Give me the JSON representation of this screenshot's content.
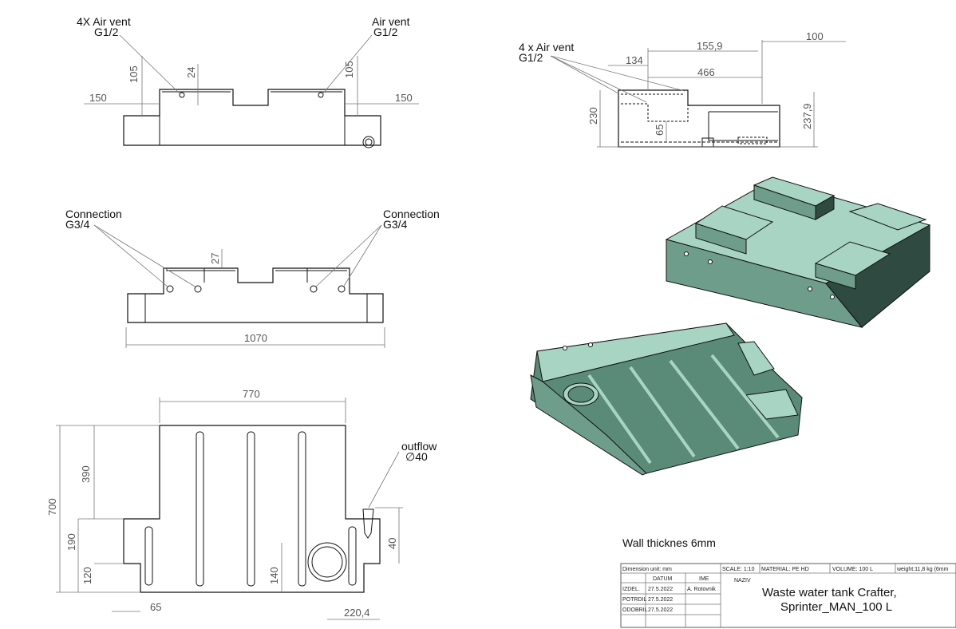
{
  "views": {
    "top": {
      "vent_left": [
        "4X  Air vent",
        "G1/2"
      ],
      "vent_right": [
        "Air vent",
        "G1/2"
      ],
      "dims": [
        "105",
        "24",
        "105",
        "150",
        "150"
      ]
    },
    "middle": {
      "conn_left": [
        "Connection",
        "G3/4"
      ],
      "conn_right": [
        "Connection",
        "G3/4"
      ],
      "dims": [
        "27",
        "1070"
      ]
    },
    "bottom": {
      "outflow": [
        "outflow",
        "∅40"
      ],
      "dims": [
        "770",
        "390",
        "700",
        "190",
        "120",
        "140",
        "40",
        "65",
        "220,4"
      ]
    },
    "side": {
      "vent": [
        "4 x Air vent",
        "G1/2"
      ],
      "dims": [
        "155,9",
        "100",
        "134",
        "466",
        "230",
        "65",
        "237,9"
      ]
    }
  },
  "wall_note": "Wall thicknes 6mm",
  "title_block": {
    "dimension_unit": "Dimension unit:  mm",
    "scale": "SCALE:  1:10",
    "material": "MATERIAL:  PE HD",
    "volume": "VOLUME:     100 L",
    "weight": "weight:11,8 kg (6mm",
    "col_datum": "DATUM",
    "col_ime": "IME",
    "col_naziv": "NAZIV",
    "rows": [
      {
        "role": "IZDEL.",
        "date": "27.5.2022",
        "name": "A. Rotovnik"
      },
      {
        "role": "POTRDIL",
        "date": "27.5.2022",
        "name": ""
      },
      {
        "role": "ODOBRIL",
        "date": "27.5.2022",
        "name": ""
      }
    ],
    "title_line1": "Waste water tank Crafter,",
    "title_line2": "Sprinter_MAN_100 L"
  },
  "colors": {
    "iso_light": "#a8d4c4",
    "iso_mid": "#5a8a78",
    "iso_dark": "#2f4a40",
    "outline": "#111111",
    "dim_line": "#777777"
  }
}
